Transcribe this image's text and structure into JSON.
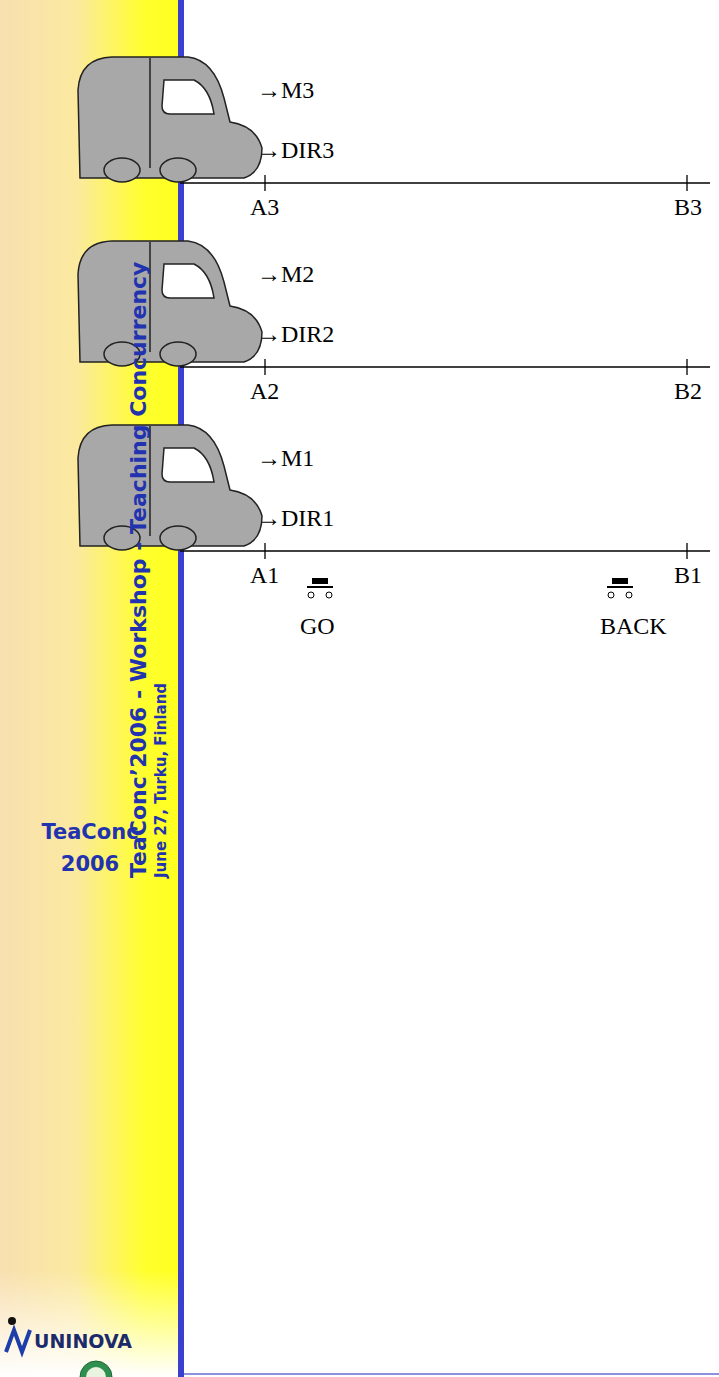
{
  "diagram": {
    "labels": [
      "TeaConc’2006 - Workshop - Teaching Concurrency",
      "June 27, Turku, Finland",
      "TeaConc 2006",
      "UNINOVA",
      "→M3",
      "→DIR3",
      "A3",
      "B3",
      "→M2",
      "→DIR2",
      "A2",
      "B2",
      "→M1",
      "→DIR1",
      "A1",
      "B1",
      "GO",
      "BACK"
    ]
  }
}
